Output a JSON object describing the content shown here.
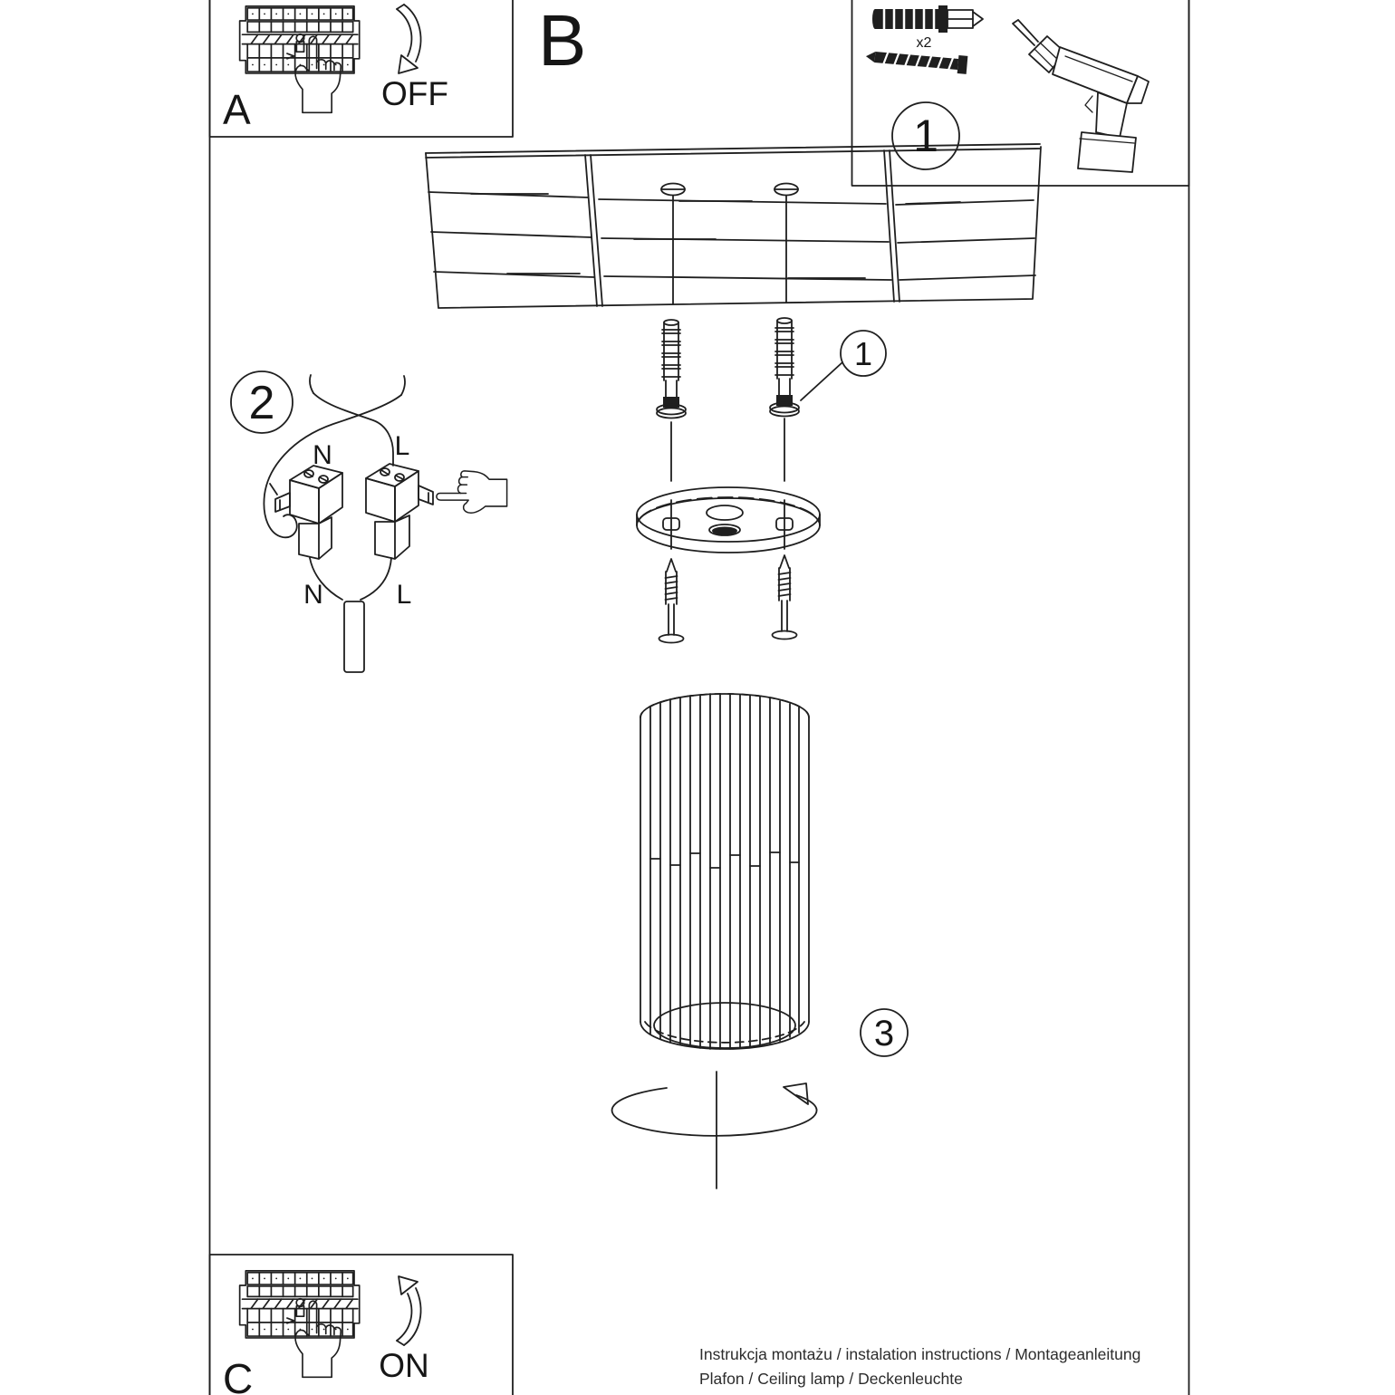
{
  "page": {
    "paper_color": "#ffffff",
    "ink_color": "#1f1f1f"
  },
  "sections": {
    "power_off": {
      "label": "A",
      "action": "OFF"
    },
    "mounting": {
      "label": "B"
    },
    "power_on": {
      "label": "C",
      "action": "ON"
    },
    "parts": {
      "step_number": "1",
      "anchor_quantity": "x2"
    },
    "anchor_callout": {
      "number": "1"
    },
    "wiring": {
      "step_number": "2",
      "terminal_label_neutral": "N",
      "terminal_label_live": "L",
      "wire_label_neutral": "N",
      "wire_label_live": "L"
    },
    "shade": {
      "step_number": "3"
    }
  },
  "footer": {
    "line1": "Instrukcja montażu / instalation instructions / Montageanleitung",
    "line2": "Plafon / Ceiling lamp / Deckenleuchte"
  },
  "icons": [
    "circuit-breaker-panel",
    "pointing-hand",
    "curved-arrow",
    "ceiling-panel",
    "wall-anchor",
    "mounting-screw",
    "drill",
    "canopy-plate",
    "terminal-block",
    "power-cable",
    "lamp-shade-cylinder",
    "rotation-arrow"
  ]
}
